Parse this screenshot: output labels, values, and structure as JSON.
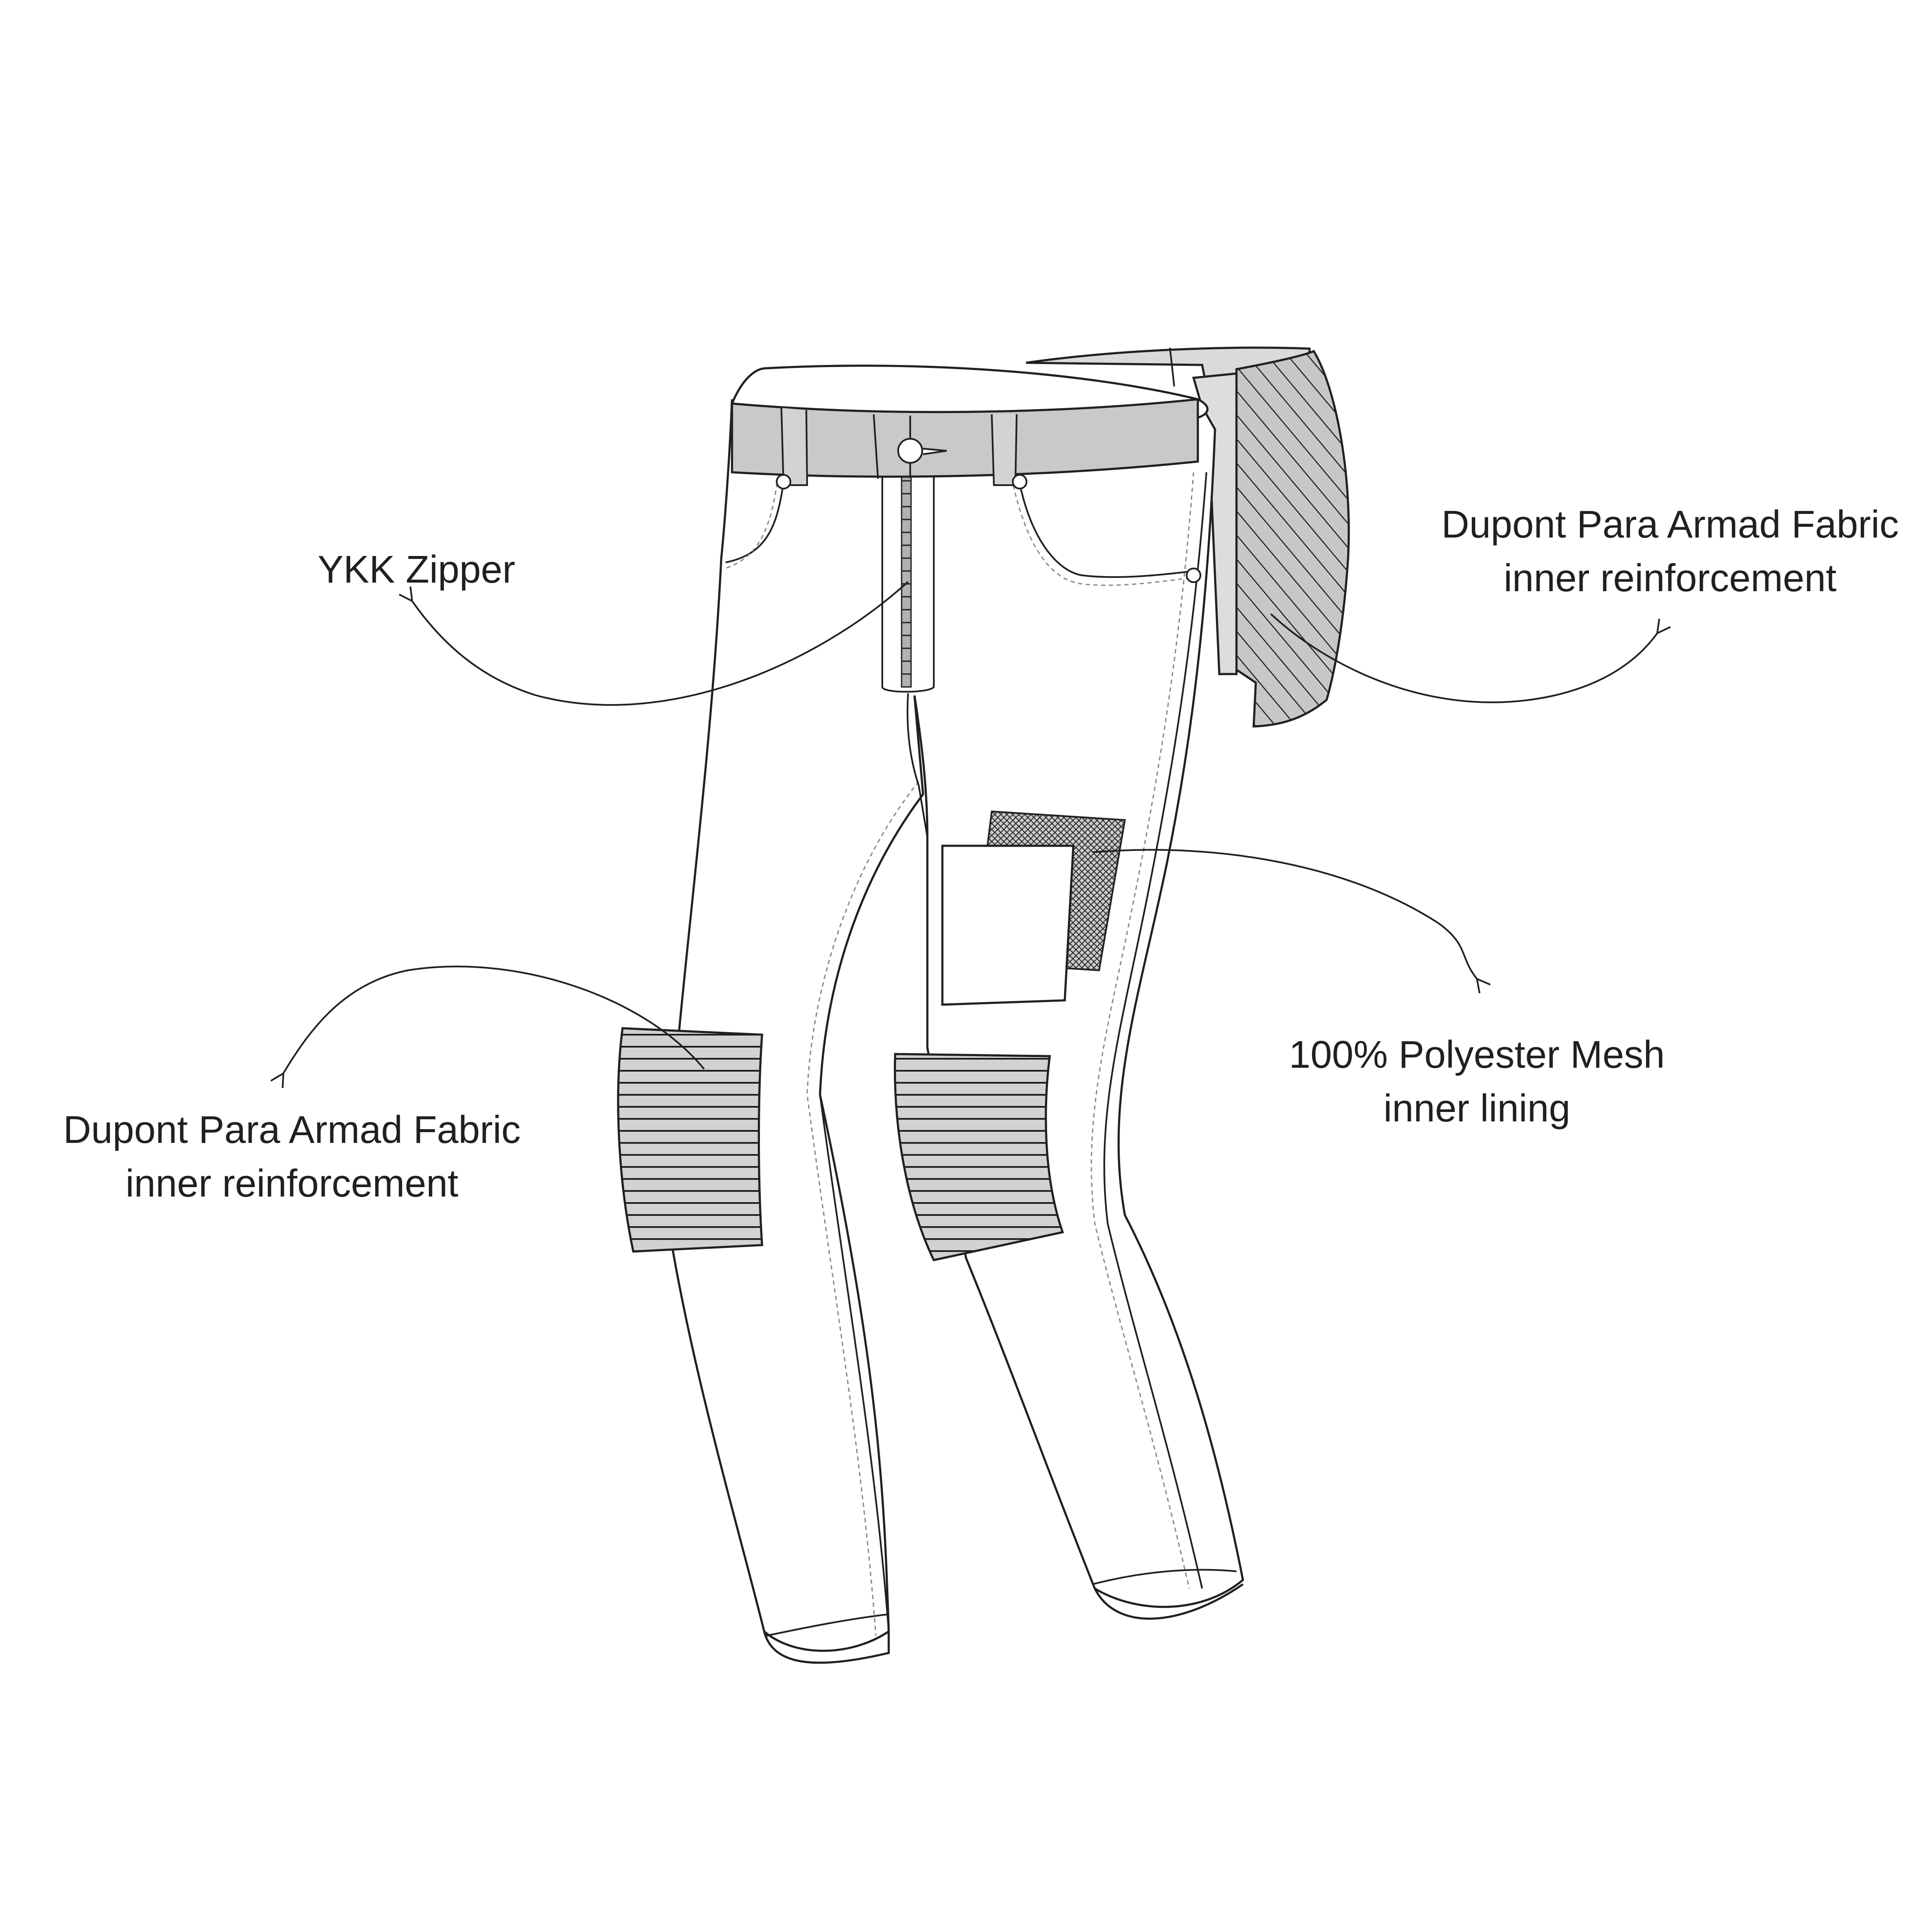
{
  "annotations": {
    "zipper": {
      "line1": "YKK Zipper"
    },
    "right_reinforcement": {
      "line1": "Dupont Para Armad Fabric",
      "line2": "inner reinforcement"
    },
    "mesh_lining": {
      "line1": "100% Polyester Mesh",
      "line2": "inner lining"
    },
    "left_reinforcement": {
      "line1": "Dupont Para Armad Fabric",
      "line2": "inner reinforcement"
    }
  },
  "colors": {
    "line": "#231f20",
    "waistband_fill": "#c8c9ca",
    "panel_fill": "#dcdddd",
    "hatch_fill": "#bcbec0",
    "background": "#ffffff"
  },
  "icons": [
    "button-icon",
    "rivet-icon",
    "arrow-icon"
  ]
}
